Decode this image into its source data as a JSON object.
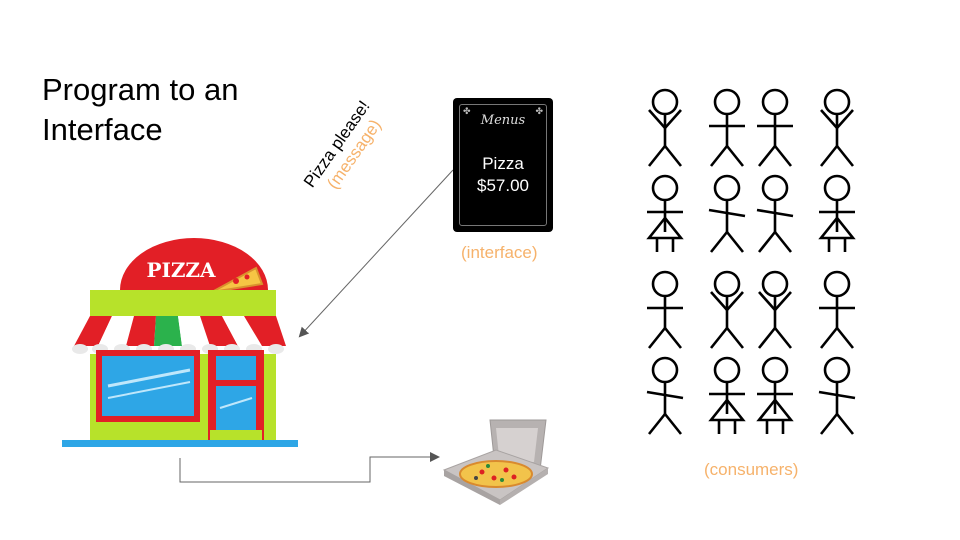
{
  "title": {
    "line1": "Program to an",
    "line2": "Interface"
  },
  "shop": {
    "sign": "PIZZA"
  },
  "message": {
    "text": "Pizza please!",
    "tag": "(message)"
  },
  "menu": {
    "header": "Menus",
    "item": "Pizza",
    "price": "$57.00"
  },
  "labels": {
    "interface": "(interface)",
    "consumers": "(consumers)"
  },
  "colors": {
    "accent": "#f6b26b",
    "shop_green": "#b7e22a",
    "shop_red": "#e21f26",
    "shop_blue": "#2ea6e6"
  }
}
